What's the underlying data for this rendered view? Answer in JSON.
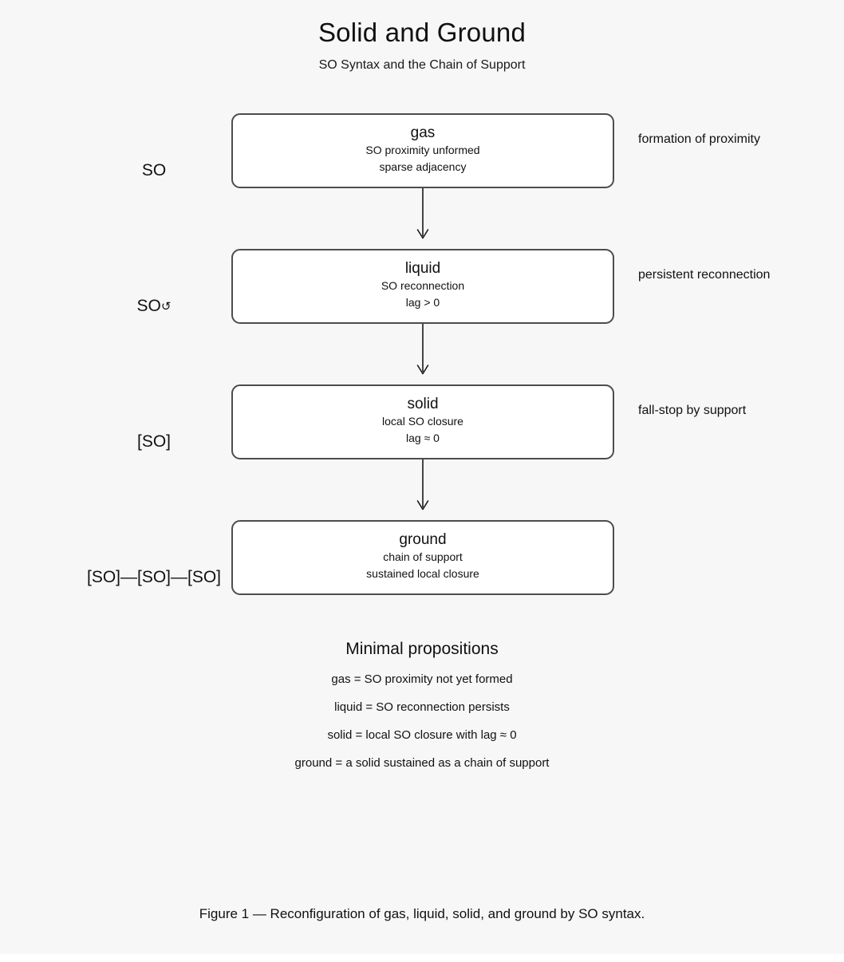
{
  "figure": {
    "title": "Solid and Ground",
    "subtitle": "SO Syntax and the Chain of Support",
    "caption": "Figure 1 — Reconfiguration of gas, liquid, solid, and ground by SO syntax."
  },
  "colors": {
    "page_background": "#f7f7f7",
    "box_fill": "#ffffff",
    "box_border": "#4d4d4d",
    "text": "#111111",
    "connector": "#1a1a1a"
  },
  "flow": {
    "rows": [
      {
        "left_label": "SO",
        "loop_glyph": "",
        "stage_name": "gas",
        "stage_lines": [
          "SO proximity unformed",
          "sparse adjacency"
        ],
        "right_label": "formation of proximity"
      },
      {
        "left_label": "SO",
        "loop_glyph": "↺",
        "stage_name": "liquid",
        "stage_lines": [
          "SO reconnection",
          "lag > 0"
        ],
        "right_label": "persistent reconnection"
      },
      {
        "left_label": "[SO]",
        "loop_glyph": "",
        "stage_name": "solid",
        "stage_lines": [
          "local SO closure",
          "lag ≈ 0"
        ],
        "right_label": "fall-stop by support"
      },
      {
        "left_label": "[SO]—[SO]—[SO]",
        "loop_glyph": "",
        "stage_name": "ground",
        "stage_lines": [
          "chain of support",
          "sustained local closure"
        ],
        "right_label": ""
      }
    ],
    "connector_count": 3,
    "connector_icon": "down-arrow-icon"
  },
  "propositions": {
    "heading": "Minimal propositions",
    "items": [
      "gas = SO proximity not yet formed",
      "liquid = SO reconnection persists",
      "solid = local SO closure with lag ≈ 0",
      "ground = a solid sustained as a chain of support"
    ]
  }
}
